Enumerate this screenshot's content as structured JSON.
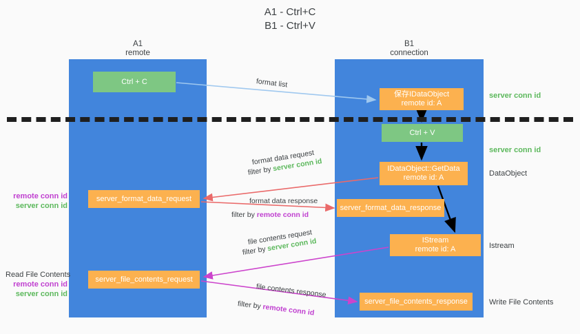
{
  "title": {
    "line1": "A1 - Ctrl+C",
    "line2": "B1 - Ctrl+V"
  },
  "columns": {
    "a1": {
      "name": "A1",
      "role": "remote"
    },
    "b1": {
      "name": "B1",
      "role": "connection"
    }
  },
  "nodes": {
    "ctrl_c": {
      "line1": "Ctrl + C",
      "line2": "",
      "color": "#7ec783"
    },
    "save_idataobject": {
      "line1": "保存IDataObject",
      "line2": "remote id: A",
      "color": "#fcb14f"
    },
    "ctrl_v": {
      "line1": "Ctrl + V",
      "line2": "",
      "color": "#7ec783"
    },
    "getdata": {
      "line1": "IDataObject::GetData",
      "line2": "remote id: A",
      "color": "#fcb14f"
    },
    "server_format_data_request": {
      "line1": "server_format_data_request",
      "line2": "",
      "color": "#fcb14f"
    },
    "server_format_data_response": {
      "line1": "server_format_data_response",
      "line2": "",
      "color": "#fcb14f"
    },
    "istream": {
      "line1": "IStream",
      "line2": "remote id: A",
      "color": "#fcb14f"
    },
    "server_file_contents_request": {
      "line1": "server_file_contents_request",
      "line2": "",
      "color": "#fcb14f"
    },
    "server_file_contents_response": {
      "line1": "server_file_contents_response",
      "line2": "",
      "color": "#fcb14f"
    }
  },
  "edge_labels": {
    "format_list": "format list",
    "format_data_request": "format data request",
    "format_data_request_filter_prefix": "filter by ",
    "format_data_request_filter_key": "server conn id",
    "format_data_response": "format data response",
    "format_data_response_filter_prefix": "filter by ",
    "format_data_response_filter_key": "remote conn id",
    "file_contents_request": "file contents request",
    "file_contents_request_filter_prefix": "filter by ",
    "file_contents_request_filter_key": "server conn id",
    "file_contents_response": "file contents response",
    "file_contents_response_filter_prefix": "filter by ",
    "file_contents_response_filter_key": "remote conn id"
  },
  "annotations": {
    "right": {
      "server_conn_id_1": "server conn id",
      "server_conn_id_2": "server conn id",
      "dataobject": "DataObject",
      "istream": "Istream",
      "write_file_contents": "Write File Contents"
    },
    "left": {
      "remote_conn_id_1": "remote conn id",
      "server_conn_id_1": "server conn id",
      "read_file_contents": "Read File Contents",
      "remote_conn_id_2": "remote conn id",
      "server_conn_id_2": "server conn id"
    }
  },
  "colors": {
    "lane": "#4285dc",
    "node_green": "#7ec783",
    "node_orange": "#fcb14f",
    "server_conn_id": "#5cb85c",
    "remote_conn_id": "#c040d0",
    "arrow_light_blue": "#9fc8ef",
    "arrow_red": "#ea6a6a",
    "arrow_magenta": "#cc44cc",
    "arrow_black": "#000000",
    "divider": "#1f1f1f",
    "background": "#fafafa"
  }
}
